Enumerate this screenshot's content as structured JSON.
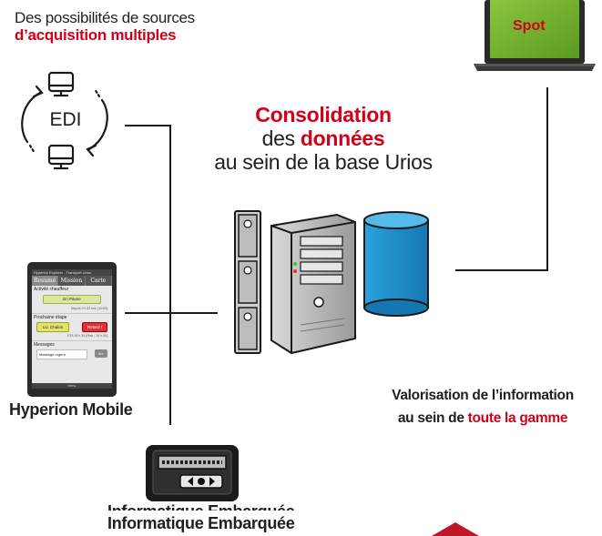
{
  "headings": {
    "sources_line1": "Des possibilités de sources",
    "sources_line2": "d’acquisition multiples",
    "consolidation": "Consolidation",
    "des": "des",
    "donnees": "données",
    "base": "au sein de la base Urios",
    "valorisation_line1": "Valorisation de l’information",
    "valorisation_line2_prefix": "au sein de",
    "valorisation_line2_red": "toute la gamme"
  },
  "nodes": {
    "edi": "EDI",
    "laptop_screen": "Spot",
    "hyperion": "Hyperion Mobile",
    "embarquee_ghost": "Informatique Embarquée",
    "embarquee": "Informatique Embarquée"
  },
  "phone_app": {
    "title": "Hyperion Explorer - Transport Urios",
    "tabs": [
      "Resumé",
      "Mission",
      "Carte"
    ],
    "activity_label": "Activité chauffeur",
    "pause_button": "En Pause",
    "pause_time": "Depuis 2 h 33 min (10:53)",
    "next_stop_label": "Prochaine étape",
    "delivery_button": "Liv. Chalon",
    "alert_button": "Retard !",
    "eta": "ETA 16 h 35 (Plan : 16 h 30)",
    "messages_label": "Messages",
    "message_preview": "Message urgent",
    "ack_button": "Arr.",
    "bottom_bar": "Menu"
  },
  "colors": {
    "accent_red": "#d0021b",
    "text_dark": "#1f1f1f",
    "db_blue": "#1d90cf"
  }
}
